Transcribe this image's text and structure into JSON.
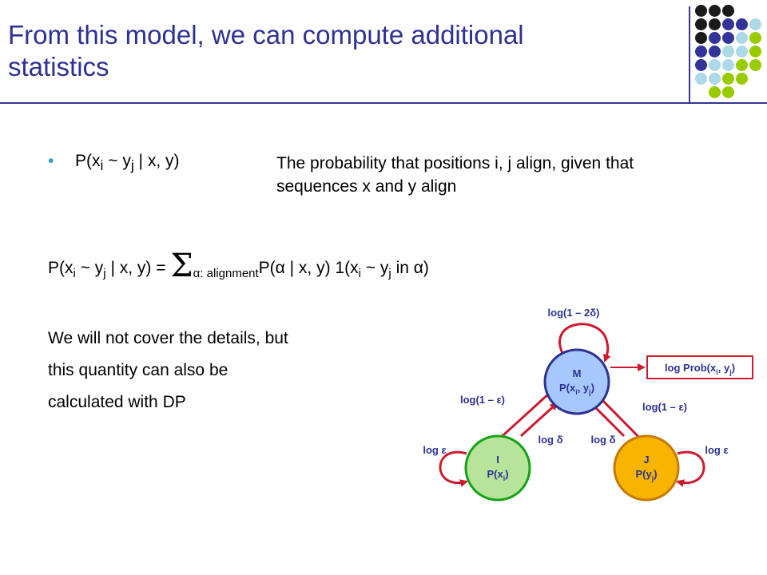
{
  "slide": {
    "title_line1": "From this model, we can compute additional",
    "title_line2": "statistics"
  },
  "bullet": {
    "marker": "•",
    "term_prefix": "P(x",
    "term_sub_i": "i",
    "term_mid": " ~ y",
    "term_sub_j": "j",
    "term_suffix": " | x, y)",
    "description_line1": "The probability that positions i, j align, given that",
    "description_line2": "sequences x and y align"
  },
  "formula": {
    "part1": "P(x",
    "sub_i": "i",
    "part2": " ~ y",
    "sub_j": "j",
    "part3": " | x, y) = ",
    "sigma": "Σ",
    "sum_sub": "α: alignment",
    "part4": "P(α | x, y) 1(x",
    "sub_i2": "i",
    "part5": " ~ y",
    "sub_j2": "j",
    "part6": " in α)"
  },
  "body": {
    "line1": "We will not cover the details, but",
    "line2": "this quantity can also be",
    "line3": "calculated with DP"
  },
  "diagram": {
    "nodes": {
      "M": {
        "name": "M",
        "label": "P(x",
        "sub_a": "i",
        "mid": ", y",
        "sub_b": "j",
        "end": ")",
        "fill": "#a6c8ff",
        "stroke": "#2e3192"
      },
      "I": {
        "name": "I",
        "label": "P(x",
        "sub_a": "i",
        "end": ")",
        "fill": "#b7e49a",
        "stroke": "#17a117"
      },
      "J": {
        "name": "J",
        "label": "P(y",
        "sub_a": "j",
        "end": ")",
        "fill": "#f7b500",
        "stroke": "#c97800"
      }
    },
    "labels": {
      "m_self": "log(1 – 2δ)",
      "m_to_i": "log(1 – ε)",
      "m_to_j": "log(1 – ε)",
      "i_to_m": "log δ",
      "j_to_m": "log δ",
      "i_self": "log ε",
      "j_self": "log ε",
      "emission_prefix": "log Prob(x",
      "emission_sub_i": "i",
      "emission_mid": ", y",
      "emission_sub_j": "j",
      "emission_suffix": ")"
    },
    "arrow_color": "#cc1a2e"
  },
  "decoration": {
    "dot_colors": {
      "black": "#1a1a1a",
      "purple": "#333399",
      "lightblue": "#add8e6",
      "green": "#99cc00"
    }
  }
}
